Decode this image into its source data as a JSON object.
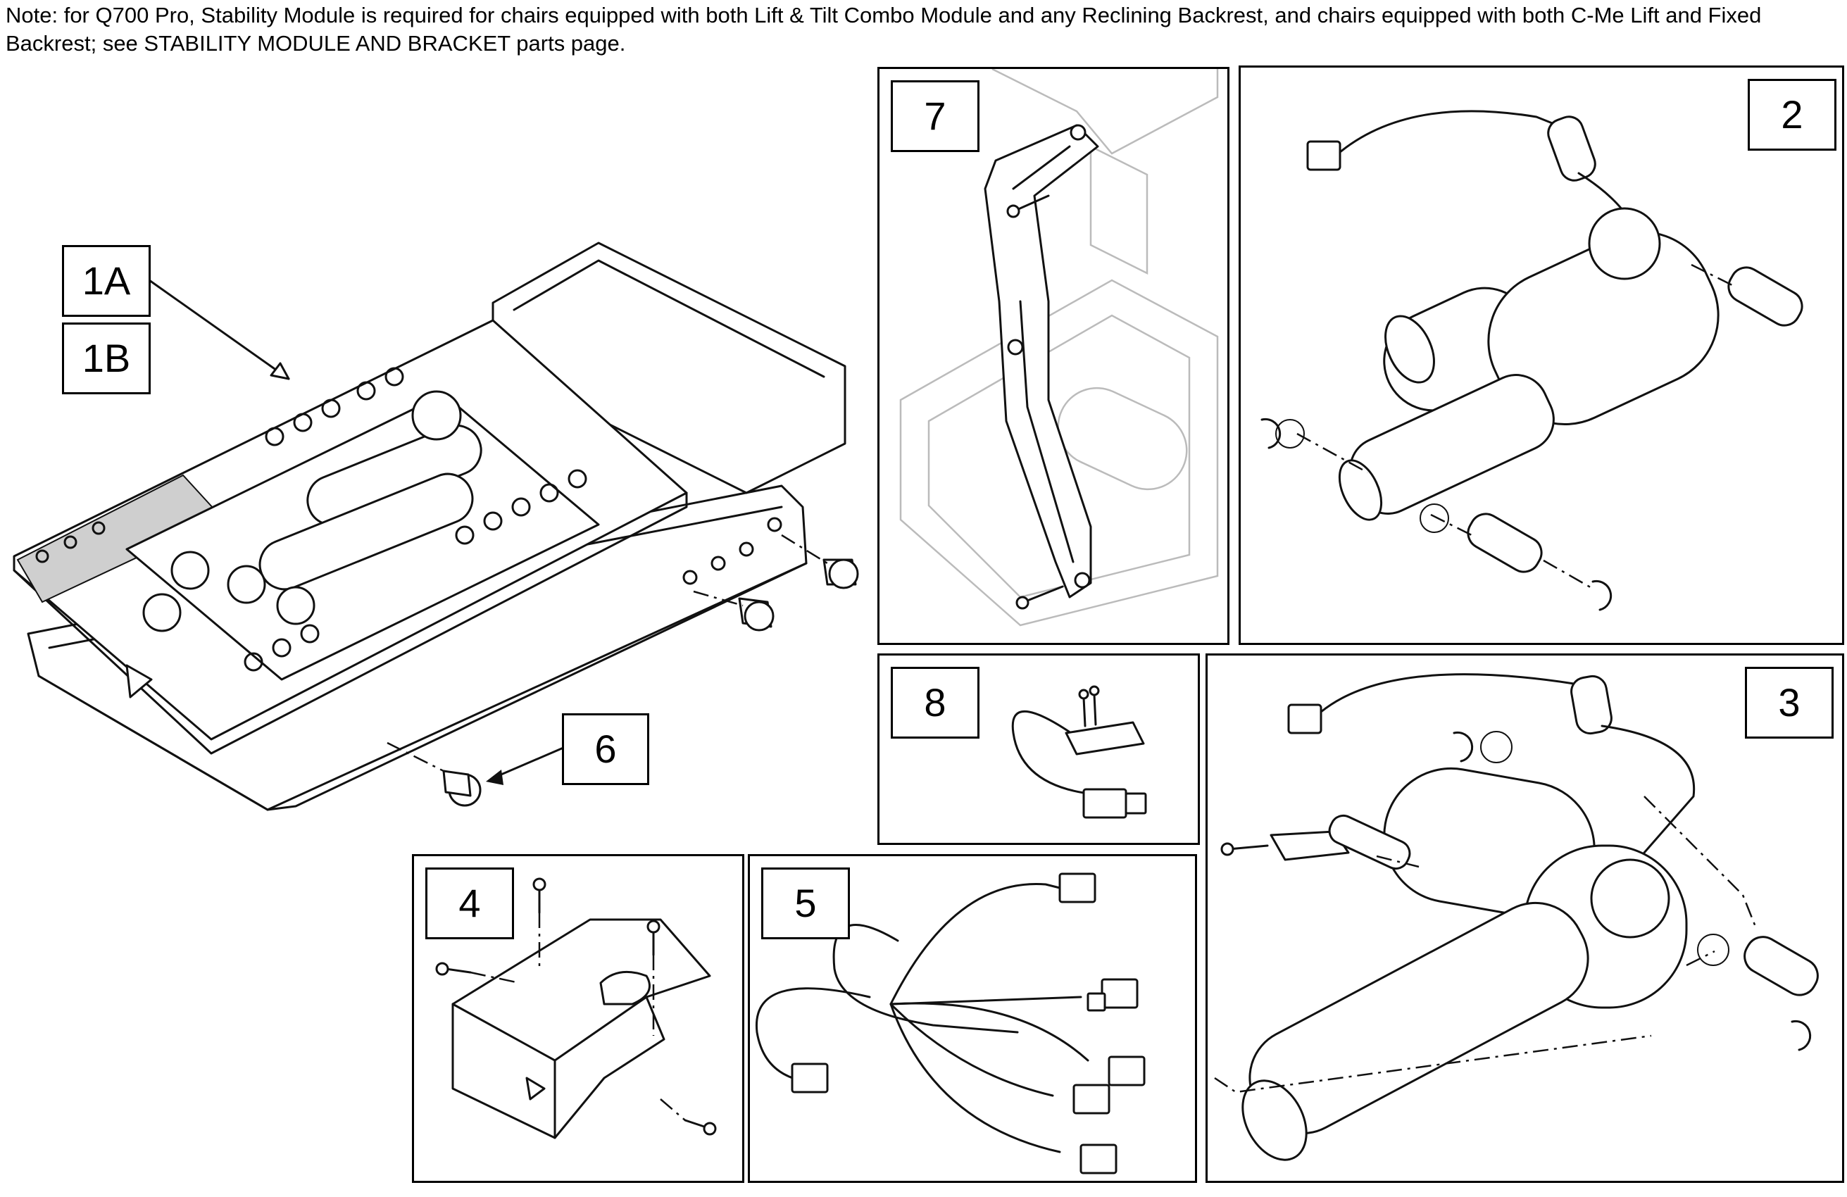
{
  "note": "Note: for Q700 Pro, Stability Module is required for chairs equipped with both Lift & Tilt Combo Module and any Reclining Backrest, and chairs equipped with both C-Me Lift and Fixed Backrest; see STABILITY MODULE AND BRACKET parts page.",
  "callouts": {
    "c1a": "1A",
    "c1b": "1B",
    "c2": "2",
    "c3": "3",
    "c4": "4",
    "c5": "5",
    "c6": "6",
    "c7": "7",
    "c8": "8"
  }
}
